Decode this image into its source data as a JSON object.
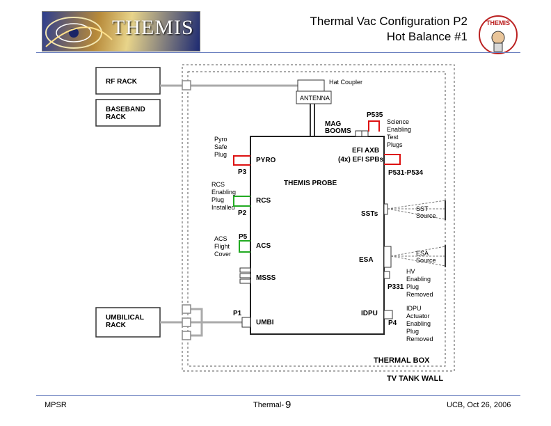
{
  "header": {
    "logo_text": "THEMIS",
    "title_line1": "Thermal Vac Configuration P2",
    "title_line2": "Hot Balance #1",
    "mascot_text": "THEMIS"
  },
  "diagram": {
    "rf_rack": "RF RACK",
    "baseband_line1": "BASEBAND",
    "baseband_line2": "RACK",
    "umbilical_line1": "UMBILICAL",
    "umbilical_line2": "RACK",
    "hat_coupler": "Hat Coupler",
    "antenna": "ANTENNA",
    "mag_line1": "MAG",
    "mag_line2": "BOOMS",
    "p535": "P535",
    "science_plugs": [
      "Science",
      "Enabling",
      "Test",
      "Plugs"
    ],
    "pyro_safe": [
      "Pyro",
      "Safe",
      "Plug"
    ],
    "pyro": "PYRO",
    "p3": "P3",
    "efi_axb": "EFI AXB",
    "efi_spbs": "(4x) EFI SPBs",
    "p531_p534": "P531-P534",
    "probe": "THEMIS PROBE",
    "rcs_plug": [
      "RCS",
      "Enabling",
      "Plug",
      "Installed"
    ],
    "rcs": "RCS",
    "p2": "P2",
    "ssts": "SSTs",
    "sst_source": [
      "SST",
      "Source"
    ],
    "acs_cover": [
      "ACS",
      "Flight",
      "Cover"
    ],
    "p5": "P5",
    "acs": "ACS",
    "esa": "ESA",
    "esa_source": [
      "ESA",
      "Source"
    ],
    "msss": "MSSS",
    "hv_plug": [
      "HV",
      "Enabling",
      "Plug",
      "Removed"
    ],
    "p331": "P331",
    "p1": "P1",
    "umbi": "UMBI",
    "idpu": "IDPU",
    "p4": "P4",
    "idpu_plug": [
      "IDPU",
      "Actuator",
      "Enabling",
      "Plug",
      "Removed"
    ],
    "thermal_box": "THERMAL BOX",
    "tv_tank_wall": "TV TANK WALL"
  },
  "footer": {
    "left": "MPSR",
    "center": "Thermal-",
    "page": "9",
    "right": "UCB, Oct 26, 2006"
  }
}
